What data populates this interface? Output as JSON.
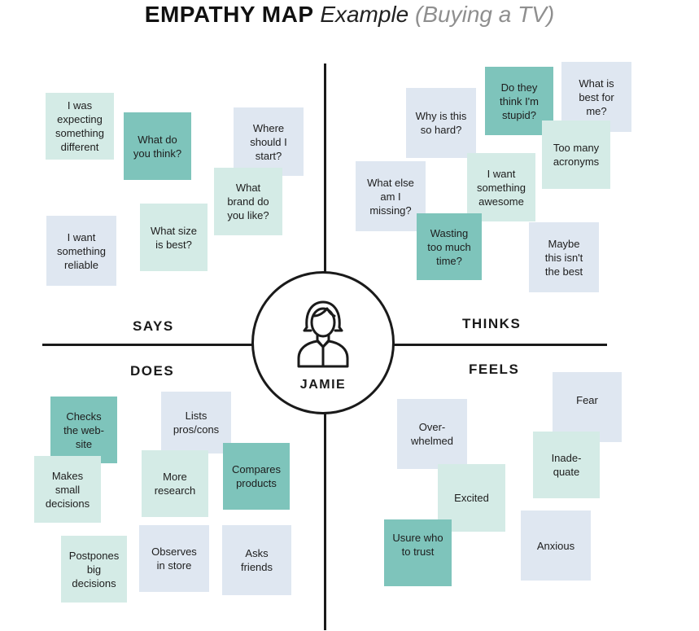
{
  "title": {
    "bold": "EMPATHY MAP",
    "italic": "Example",
    "light": "(Buying a TV)"
  },
  "persona": {
    "name": "JAMIE",
    "icon": "person-icon"
  },
  "quadrants": {
    "says": "SAYS",
    "thinks": "THINKS",
    "does": "DOES",
    "feels": "FEELS"
  },
  "colors": {
    "light_blue": "#dfe7f1",
    "light_mint": "#d4ebe6",
    "teal": "#7ec4bb",
    "ink": "#1a1a1a"
  },
  "notes": {
    "says": [
      "I was\nexpecting\nsomething\ndifferent",
      "What do\nyou think?",
      "Where\nshould I\nstart?",
      "What\nbrand do\nyou like?",
      "I want\nsomething\nreliable",
      "What size\nis best?"
    ],
    "thinks": [
      "Why is this\nso hard?",
      "Do they\nthink I'm\nstupid?",
      "What is\nbest for\nme?",
      "Too many\nacronyms",
      "What else\nam I\nmissing?",
      "I want\nsomething\nawesome",
      "Wasting\ntoo much\ntime?",
      "Maybe\nthis isn't\nthe best"
    ],
    "does": [
      "Checks\nthe web-\nsite",
      "Lists\npros/cons",
      "Makes\nsmall\ndecisions",
      "More\nresearch",
      "Compares\nproducts",
      "Postpones\nbig\ndecisions",
      "Observes\nin store",
      "Asks\nfriends"
    ],
    "feels": [
      "Fear",
      "Over-\nwhelmed",
      "Inade-\nquate",
      "Excited",
      "Usure who\nto trust",
      "Anxious"
    ]
  }
}
